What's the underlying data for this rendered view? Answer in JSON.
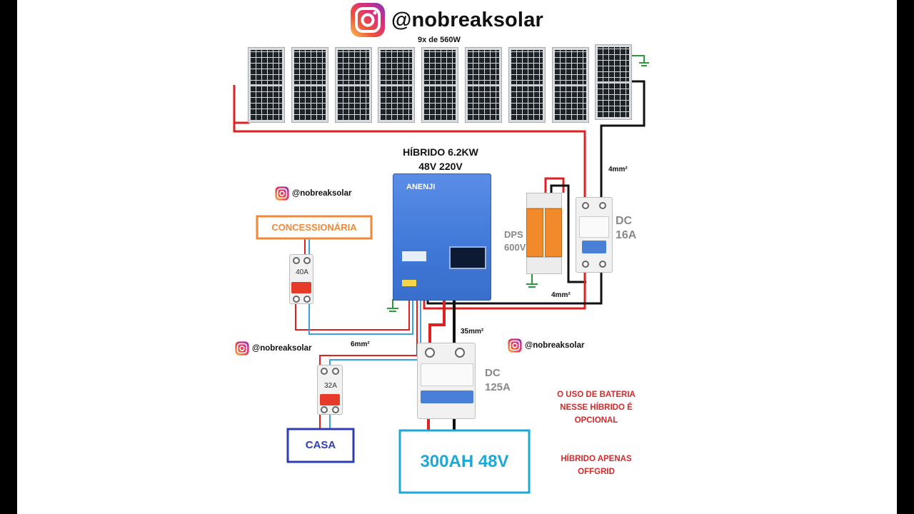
{
  "header": {
    "handle": "@nobreaksolar"
  },
  "panels": {
    "label": "9x de 560W",
    "count": 9
  },
  "inverter": {
    "title_line1": "HÍBRIDO 6.2KW",
    "title_line2": "48V 220V",
    "brand": "ANENJI"
  },
  "watermarks": {
    "handle": "@nobreaksolar"
  },
  "grid_source": {
    "label": "CONCESSIONÁRIA"
  },
  "ac_in_breaker": {
    "rating": "40A"
  },
  "ac_out_breaker": {
    "rating": "32A"
  },
  "load": {
    "label": "CASA"
  },
  "battery": {
    "label": "300AH 48V"
  },
  "dps": {
    "line1": "DPS",
    "line2": "600V"
  },
  "dc16": {
    "line1": "DC",
    "line2": "16A"
  },
  "dc125": {
    "line1": "DC",
    "line2": "125A"
  },
  "cables": {
    "pv": "4mm²",
    "pv_lower": "4mm²",
    "ac": "6mm²",
    "battery": "35mm²"
  },
  "notes": {
    "battery_optional": "O USO DE BATERIA NESSE HÍBRIDO É OPCIONAL",
    "hybrid_offgrid": "HÍBRIDO APENAS OFFGRID"
  },
  "colors": {
    "positive_wire": "#e02020",
    "negative_wire": "#111111",
    "ac_live": "#e02020",
    "ac_neutral": "#3aa0e0",
    "ground": "#2b9a3b",
    "inverter_blue": "#3f78d8",
    "battery_border": "#1ea8d8",
    "load_border": "#2d3fb0",
    "grid_border": "#f08a3a"
  }
}
